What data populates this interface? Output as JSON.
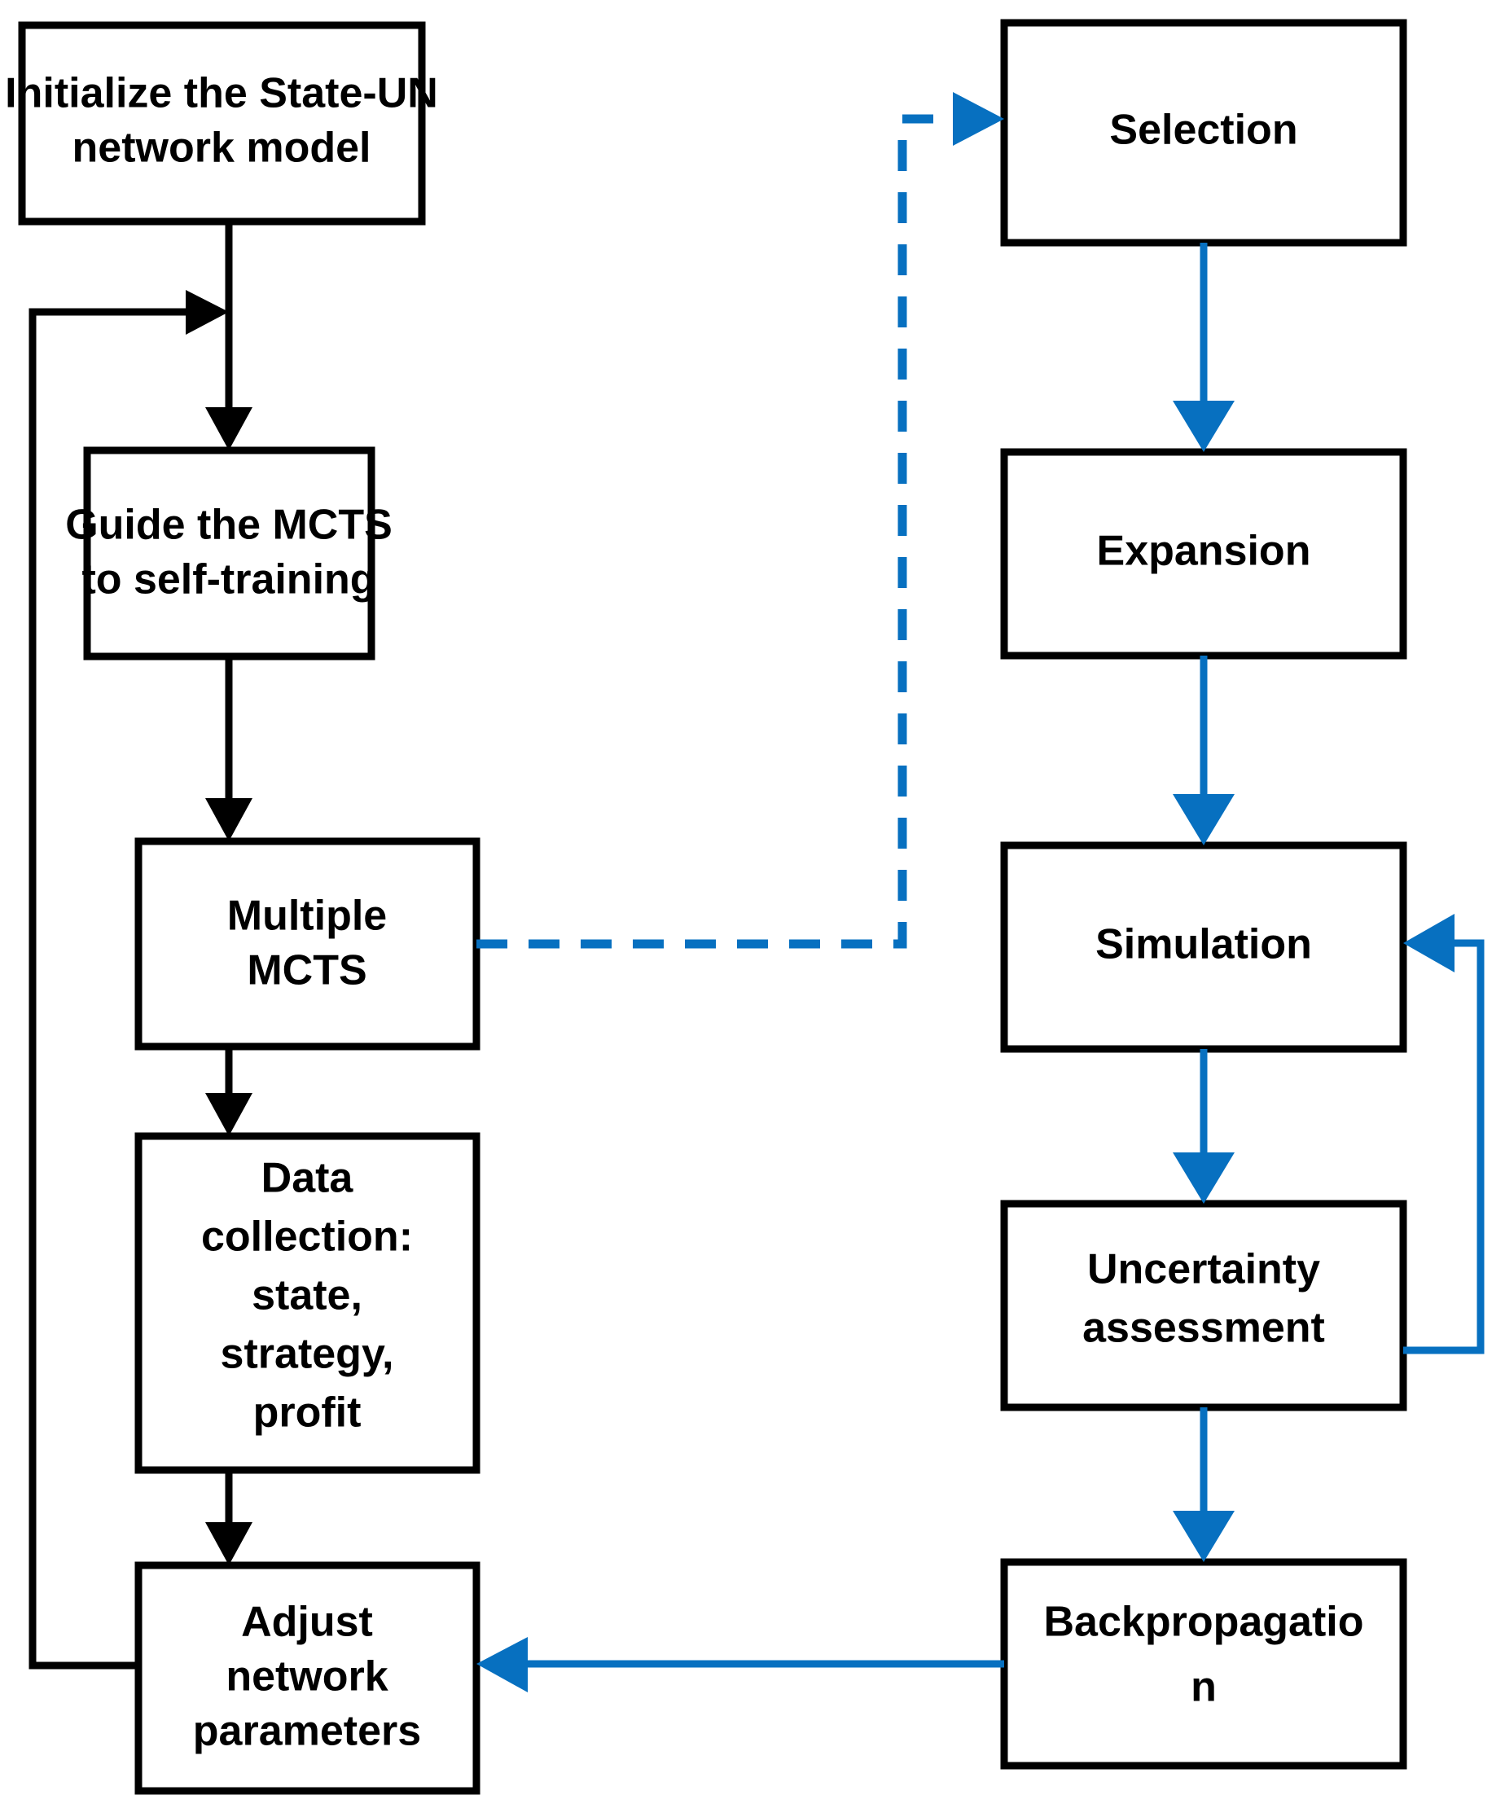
{
  "diagram": {
    "title": "MCTS self-training network flowchart",
    "colors": {
      "box_stroke": "#000000",
      "box_fill": "#ffffff",
      "flow_black": "#000000",
      "flow_blue": "#0770c0",
      "text": "#000000"
    },
    "left_column": {
      "nodes": [
        {
          "id": "initialize",
          "lines": [
            "Initialize the State-UN",
            "network model"
          ]
        },
        {
          "id": "guide-mcts",
          "lines": [
            "Guide the MCTS",
            "to self-training"
          ]
        },
        {
          "id": "multiple-mcts",
          "lines": [
            "Multiple",
            "MCTS"
          ]
        },
        {
          "id": "data-collection",
          "lines": [
            "Data",
            "collection:",
            "state,",
            "strategy,",
            "profit"
          ]
        },
        {
          "id": "adjust-network",
          "lines": [
            "Adjust",
            "network",
            "parameters"
          ]
        }
      ]
    },
    "right_column": {
      "nodes": [
        {
          "id": "selection",
          "lines": [
            "Selection"
          ]
        },
        {
          "id": "expansion",
          "lines": [
            "Expansion"
          ]
        },
        {
          "id": "simulation",
          "lines": [
            "Simulation"
          ]
        },
        {
          "id": "uncertainty",
          "lines": [
            "Uncertainty",
            "assessment"
          ]
        },
        {
          "id": "backpropagation",
          "lines": [
            "Backpropagatio",
            "n"
          ]
        }
      ]
    },
    "connectors": [
      {
        "id": "initialize-to-guide",
        "style": "solid",
        "color": "#000000",
        "from": "initialize",
        "to": "guide-mcts"
      },
      {
        "id": "guide-to-multiple",
        "style": "solid",
        "color": "#000000",
        "from": "guide-mcts",
        "to": "multiple-mcts"
      },
      {
        "id": "multiple-to-data",
        "style": "solid",
        "color": "#000000",
        "from": "multiple-mcts",
        "to": "data-collection"
      },
      {
        "id": "data-to-adjust",
        "style": "solid",
        "color": "#000000",
        "from": "data-collection",
        "to": "adjust-network"
      },
      {
        "id": "adjust-to-guide-feedback",
        "style": "solid",
        "color": "#000000",
        "from": "adjust-network",
        "to": "guide-mcts"
      },
      {
        "id": "multiple-to-selection",
        "style": "dashed",
        "color": "#0770c0",
        "from": "multiple-mcts",
        "to": "selection"
      },
      {
        "id": "selection-to-expansion",
        "style": "solid",
        "color": "#0770c0",
        "from": "selection",
        "to": "expansion"
      },
      {
        "id": "expansion-to-simulation",
        "style": "solid",
        "color": "#0770c0",
        "from": "expansion",
        "to": "simulation"
      },
      {
        "id": "simulation-to-uncertainty",
        "style": "solid",
        "color": "#0770c0",
        "from": "simulation",
        "to": "uncertainty"
      },
      {
        "id": "uncertainty-to-simulation-feedback",
        "style": "solid",
        "color": "#0770c0",
        "from": "uncertainty",
        "to": "simulation"
      },
      {
        "id": "uncertainty-to-backpropagation",
        "style": "solid",
        "color": "#0770c0",
        "from": "uncertainty",
        "to": "backpropagation"
      },
      {
        "id": "backpropagation-to-adjust",
        "style": "solid",
        "color": "#0770c0",
        "from": "backpropagation",
        "to": "adjust-network"
      }
    ]
  }
}
